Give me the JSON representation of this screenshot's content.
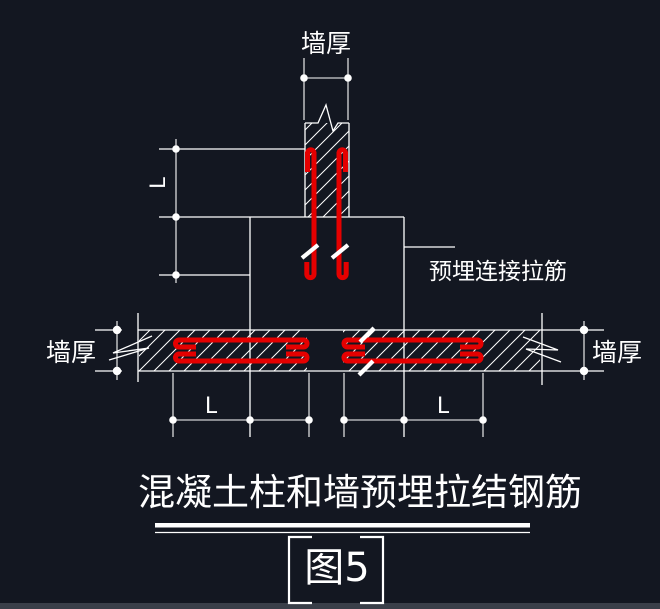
{
  "colors": {
    "background": "#131721",
    "line": "#ffffff",
    "rebar": "#e50000",
    "footer_strip": "#3a3f49"
  },
  "dimensions": {
    "top_wall_thickness_label": "墙厚",
    "left_wall_thickness_label": "墙厚",
    "right_wall_thickness_label": "墙厚",
    "vertical_length_label": "L",
    "bottom_left_length_label": "L",
    "bottom_right_length_label": "L"
  },
  "annotations": {
    "rebar_leader_label": "预埋连接拉筋"
  },
  "title": {
    "text": "混凝土柱和墙预埋拉结钢筋",
    "figure_label": "图5"
  }
}
